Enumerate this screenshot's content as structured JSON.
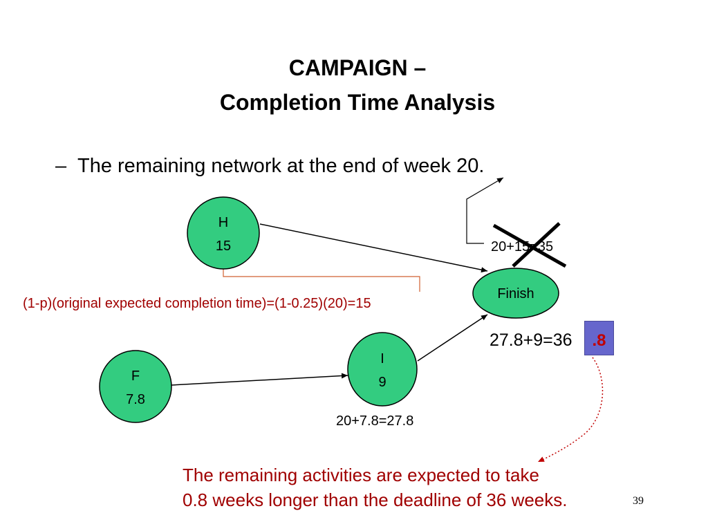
{
  "slide": {
    "title_line1": "CAMPAIGN –",
    "title_line2": "Completion Time Analysis",
    "bullet_marker": "–",
    "bullet_text": "The remaining network at the end of week 20.",
    "page_number": "39"
  },
  "nodes": {
    "h": {
      "name": "H",
      "value": "15",
      "fill": "#33cc80"
    },
    "f": {
      "name": "F",
      "value": "7.8",
      "fill": "#33cc80"
    },
    "i": {
      "name": "I",
      "value": "9",
      "fill": "#33cc80"
    },
    "finish": {
      "name": "Finish",
      "fill": "#33cc80"
    }
  },
  "annotations": {
    "h_formula": "(1-p)(original expected completion time)=(1-0.25)(20)=15",
    "h_finish_calc": "20+15=35",
    "i_calc": "20+7.8=27.8",
    "finish_calc": "27.8+9=36",
    "overrun_badge": ".8",
    "conclusion_line1": "The remaining activities are expected to take",
    "conclusion_line2": "0.8 weeks longer than the deadline of 36 weeks."
  },
  "colors": {
    "node_fill": "#33cc80",
    "annotation_red": "#a00000",
    "badge_fill": "#6666cc",
    "connector_orange": "#d06030"
  }
}
